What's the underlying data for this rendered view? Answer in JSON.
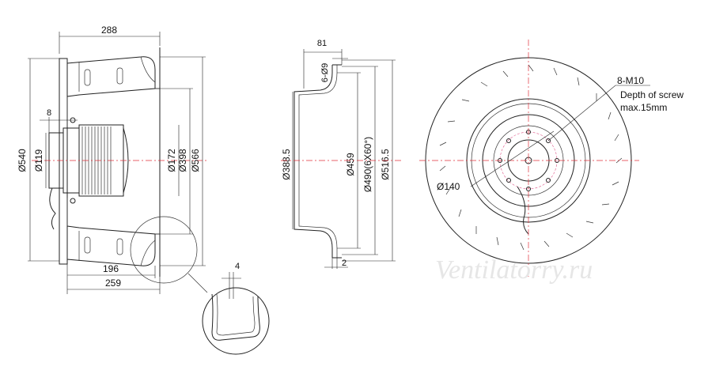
{
  "drawing": {
    "side_view": {
      "width_label": "288",
      "dia_outer_label": "Ø540",
      "dia_hub_label": "Ø119",
      "offset_label": "8",
      "dia_inlet_label": "Ø172",
      "dia_398_label": "Ø398",
      "dia_566_label": "Ø566",
      "depth_196_label": "196",
      "depth_259_label": "259"
    },
    "detail": {
      "thickness_label": "4"
    },
    "ring_view": {
      "width_label": "81",
      "holes_label": "6-Ø9",
      "dia_388_label": "Ø388.5",
      "dia_459_label": "Ø459",
      "dia_490_label": "Ø490(6X60°)",
      "dia_516_label": "Ø516.5",
      "flange_label": "2"
    },
    "front_view": {
      "thread_label": "8-M10",
      "screw_depth_label": "Depth of screw",
      "screw_max_label": "max.15mm",
      "dia_140_label": "Ø140"
    },
    "watermark": "Ventilatorry.ru"
  },
  "colors": {
    "line": "#222222",
    "centerline": "#e0303a",
    "bolt_circle": "#e05a8c",
    "watermark": "#e6e6e6"
  }
}
